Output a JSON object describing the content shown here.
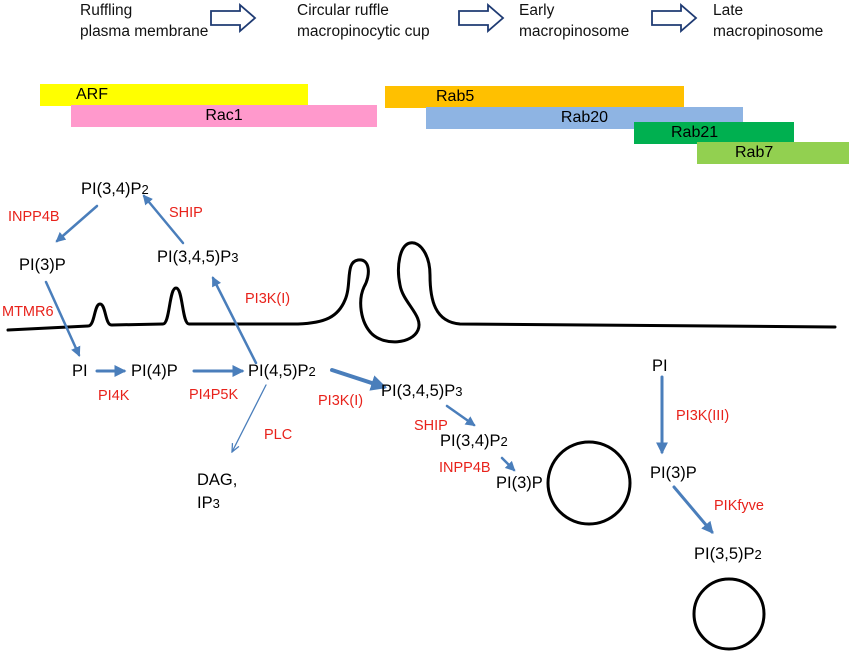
{
  "stages": {
    "s1_line1": "Ruffling",
    "s1_line2": "plasma membrane",
    "s2_line1": "Circular ruffle",
    "s2_line2": "macropinocytic cup",
    "s3_line1": "Early",
    "s3_line2": "macropinosome",
    "s4_line1": "Late",
    "s4_line2": "macropinosome"
  },
  "bars": {
    "arf": {
      "label": "ARF",
      "color": "#ffff00"
    },
    "rac1": {
      "label": "Rac1",
      "color": "#ff99cc"
    },
    "rab5": {
      "label": "Rab5",
      "color": "#ffc000"
    },
    "rab20": {
      "label": "Rab20",
      "color": "#8eb4e3"
    },
    "rab21": {
      "label": "Rab21",
      "color": "#00b050"
    },
    "rab7": {
      "label": "Rab7",
      "color": "#92d050"
    }
  },
  "lipids": {
    "pi34p2_top": {
      "base": "PI(3,4)P",
      "sub": "2"
    },
    "pi3p_left": "PI(3)P",
    "pi345p3_top": {
      "base": "PI(3,4,5)P",
      "sub": "3"
    },
    "pi_left": "PI",
    "pi4p": "PI(4)P",
    "pi45p2": {
      "base": "PI(4,5)P",
      "sub": "2"
    },
    "pi345p3_mid": {
      "base": "PI(3,4,5)P",
      "sub": "3"
    },
    "pi34p2_mid": {
      "base": "PI(3,4)P",
      "sub": "2"
    },
    "pi3p_mid": "PI(3)P",
    "dag_line1": "DAG,",
    "ip3": {
      "base": "IP",
      "sub": "3"
    },
    "pi_right": "PI",
    "pi3p_right": "PI(3)P",
    "pi35p2": {
      "base": "PI(3,5)P",
      "sub": "2"
    }
  },
  "enzymes": {
    "inpp4b_top": "INPP4B",
    "ship_top": "SHIP",
    "mtmr6": "MTMR6",
    "pi3k_i_top": "PI3K(I)",
    "pi4k": "PI4K",
    "pi4p5k": "PI4P5K",
    "pi3k_i_mid": "PI3K(I)",
    "plc": "PLC",
    "ship_mid": "SHIP",
    "inpp4b_mid": "INPP4B",
    "pi3k_iii": "PI3K(III)",
    "pikfyve": "PIKfyve"
  },
  "colors": {
    "arrow": "#4a7ebb",
    "enzyme_text": "#e8221b",
    "membrane": "#000000",
    "stage_arrow": "#1f3b73"
  },
  "icons": {
    "stage_arrow": "hollow-right-arrow-icon"
  }
}
